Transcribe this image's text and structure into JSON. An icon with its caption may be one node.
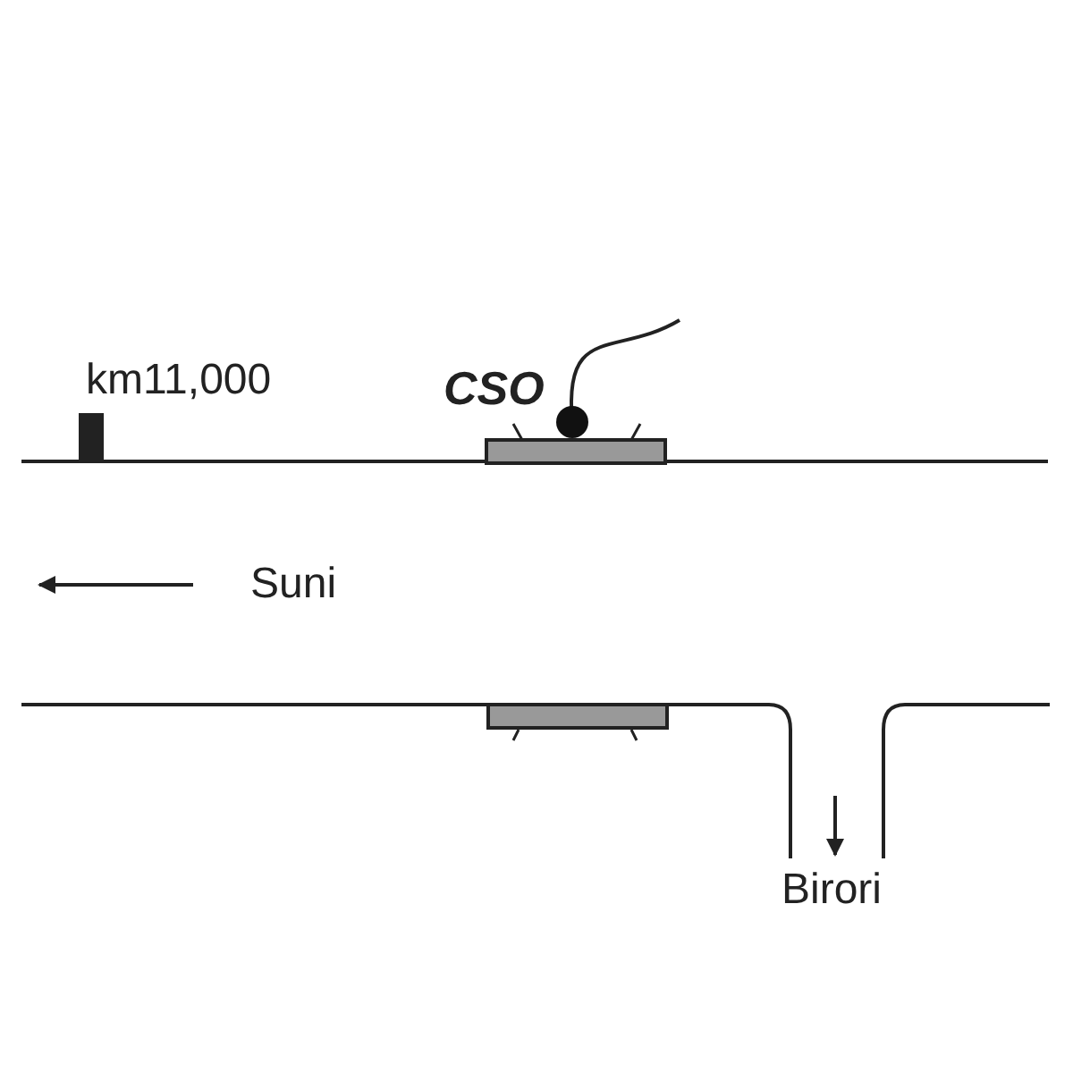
{
  "diagram": {
    "labels": [
      "km11,000",
      "CSO",
      "Suni",
      "Birori"
    ]
  }
}
